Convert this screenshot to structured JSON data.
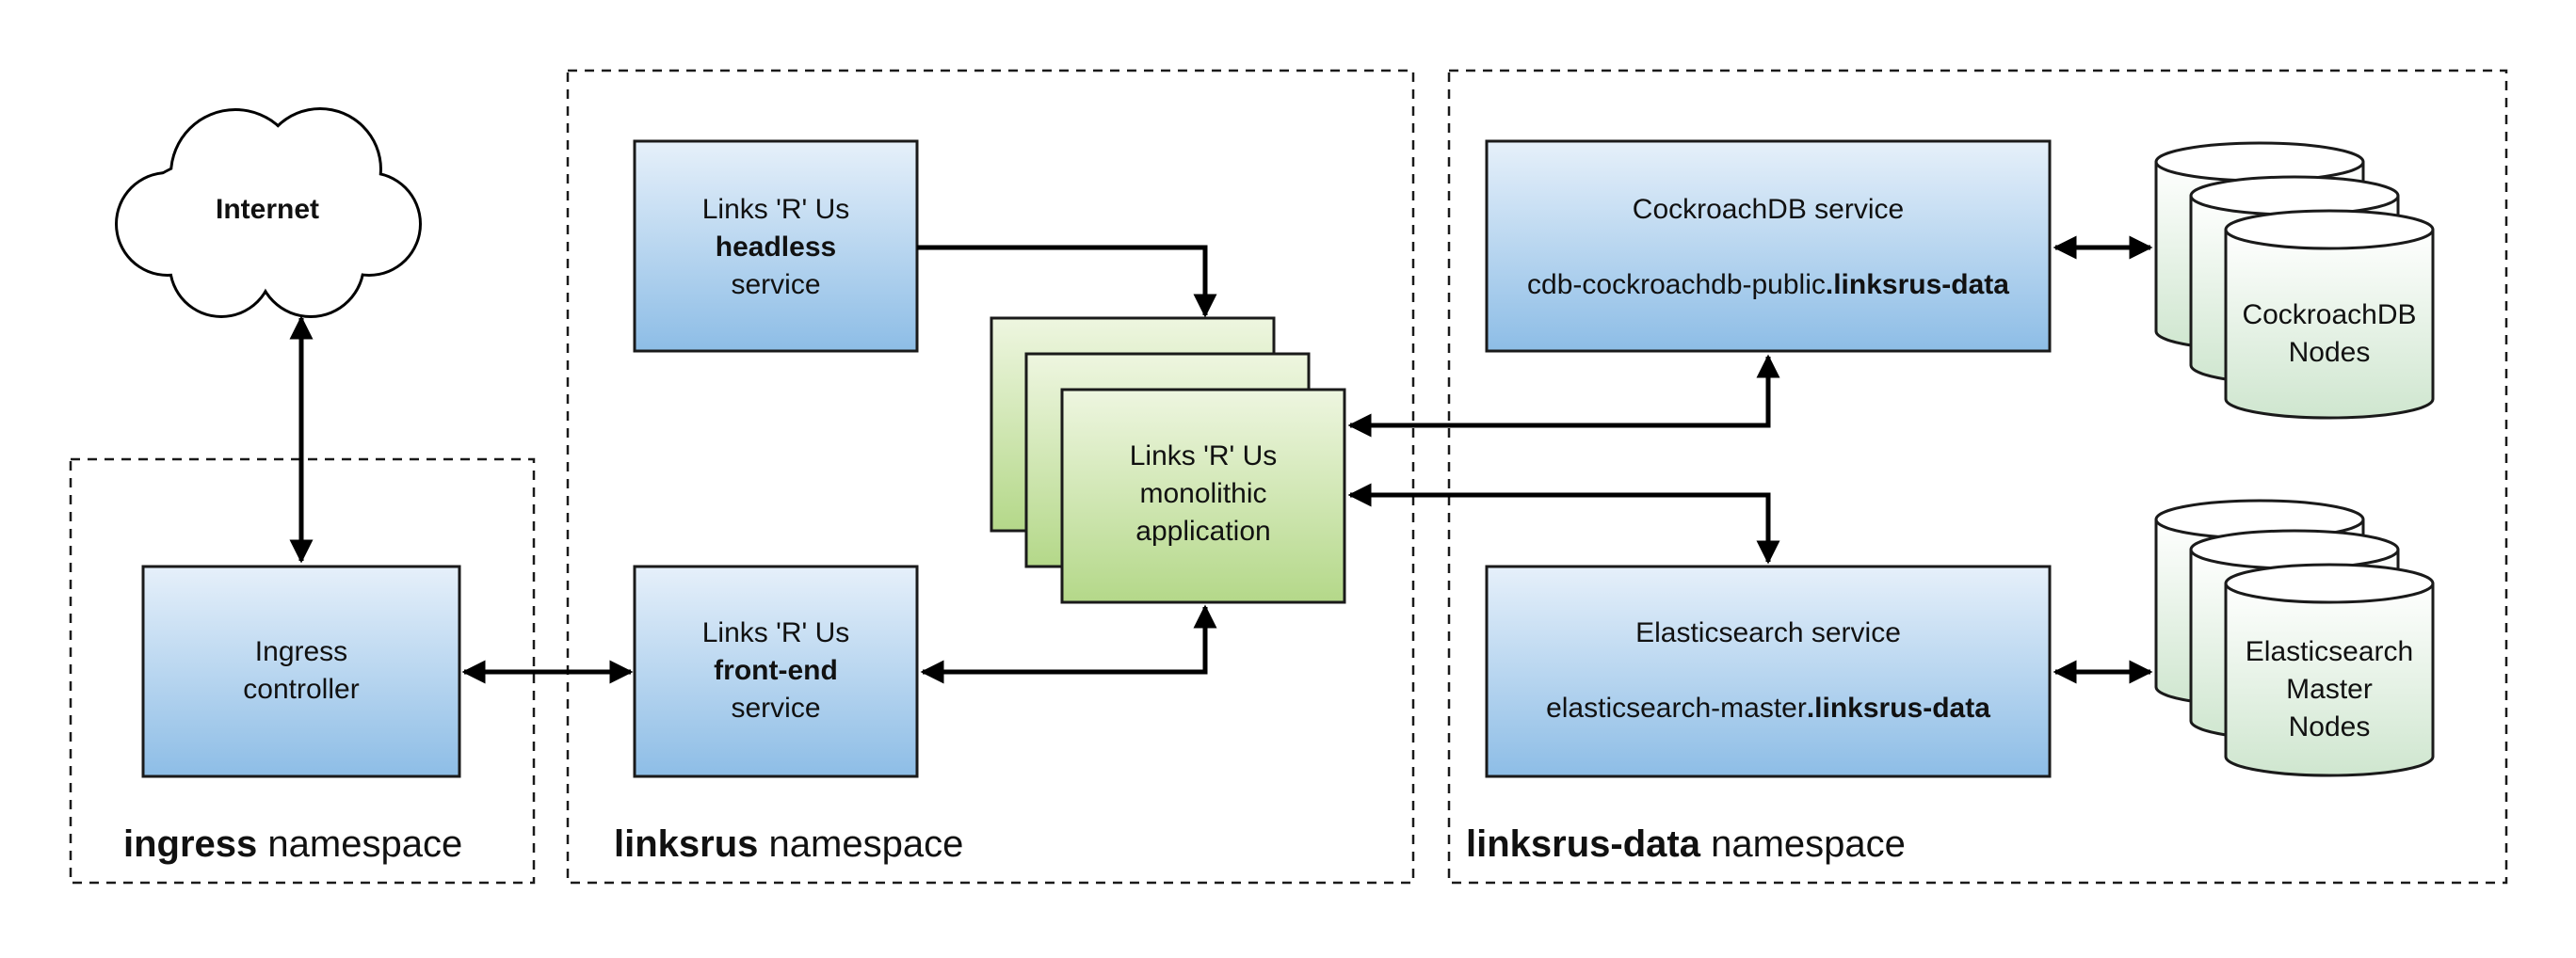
{
  "namespaces": {
    "ingress": {
      "bold": "ingress",
      "rest": " namespace"
    },
    "linksrus": {
      "bold": "linksrus",
      "rest": " namespace"
    },
    "data": {
      "bold": "linksrus-data",
      "rest": " namespace"
    }
  },
  "internet": {
    "label": "Internet"
  },
  "ingress_controller": {
    "line1": "Ingress",
    "line2": "controller"
  },
  "headless": {
    "line1": "Links 'R' Us",
    "line2": "headless",
    "line3": "service"
  },
  "frontend": {
    "line1": "Links 'R' Us",
    "line2": "front-end",
    "line3": "service"
  },
  "monolith": {
    "line1": "Links 'R' Us",
    "line2": "monolithic",
    "line3": "application"
  },
  "cockroach_service": {
    "title": "CockroachDB service",
    "host_plain": "cdb-cockroachdb-public",
    "host_bold": ".linksrus-data"
  },
  "elastic_service": {
    "title": "Elasticsearch service",
    "host_plain": "elasticsearch-master",
    "host_bold": ".linksrus-data"
  },
  "cockroach_nodes": {
    "line1": "CockroachDB",
    "line2": "Nodes"
  },
  "elastic_nodes": {
    "line1": "Elasticsearch",
    "line2": "Master",
    "line3": "Nodes"
  },
  "colors": {
    "blue_top": "#e6f0fa",
    "blue_bottom": "#8dbde6",
    "green_top": "#eef6e0",
    "green_bottom": "#b4d889",
    "cyl_top": "#ffffff",
    "cyl_bottom": "#cfe6cf"
  }
}
